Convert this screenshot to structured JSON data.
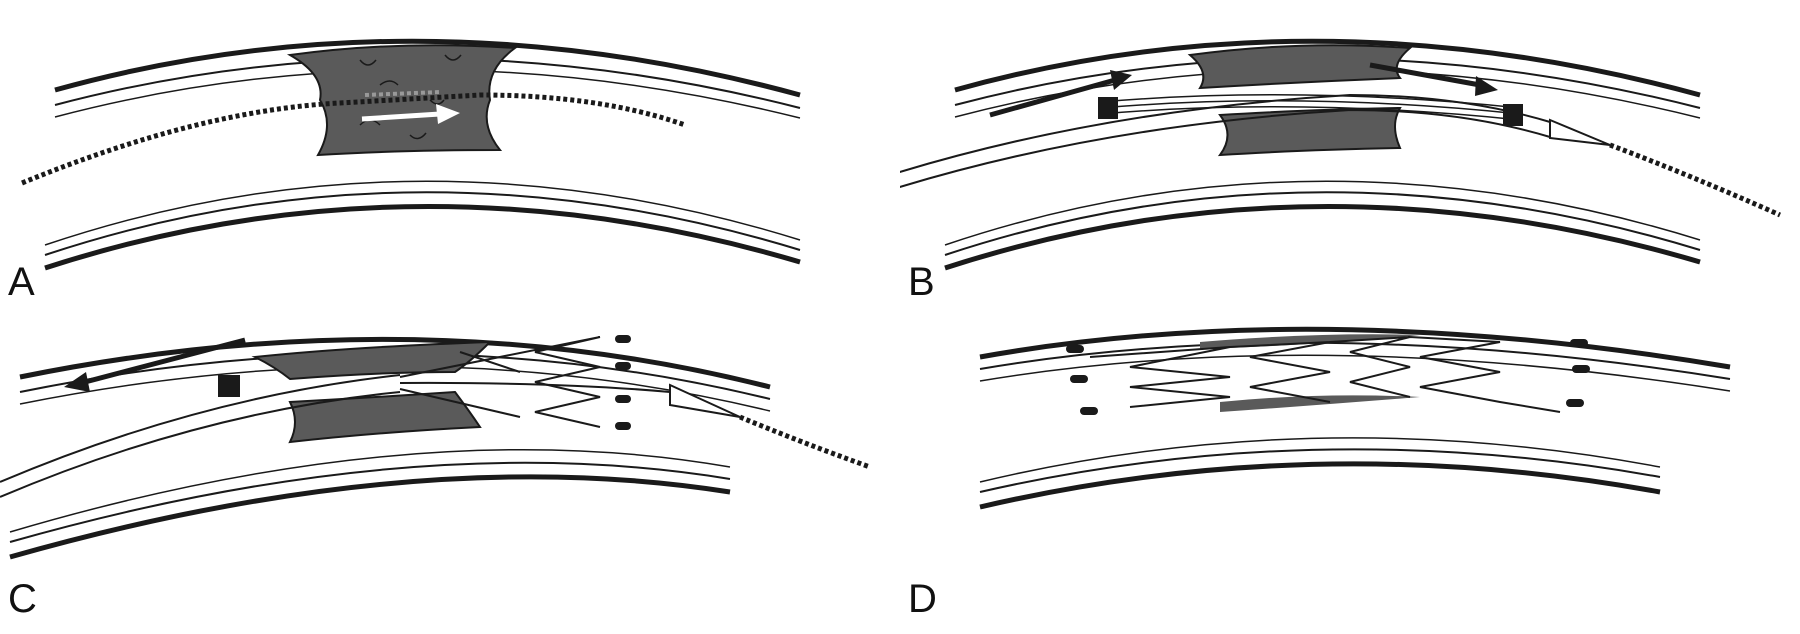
{
  "panels": [
    {
      "id": "a",
      "label": "A"
    },
    {
      "id": "b",
      "label": "B"
    },
    {
      "id": "c",
      "label": "C"
    },
    {
      "id": "d",
      "label": "D"
    }
  ],
  "colors": {
    "plaque": "#5a5a5a",
    "line": "#1a1a1a",
    "background": "#ffffff",
    "highlight": "#ffffff"
  }
}
